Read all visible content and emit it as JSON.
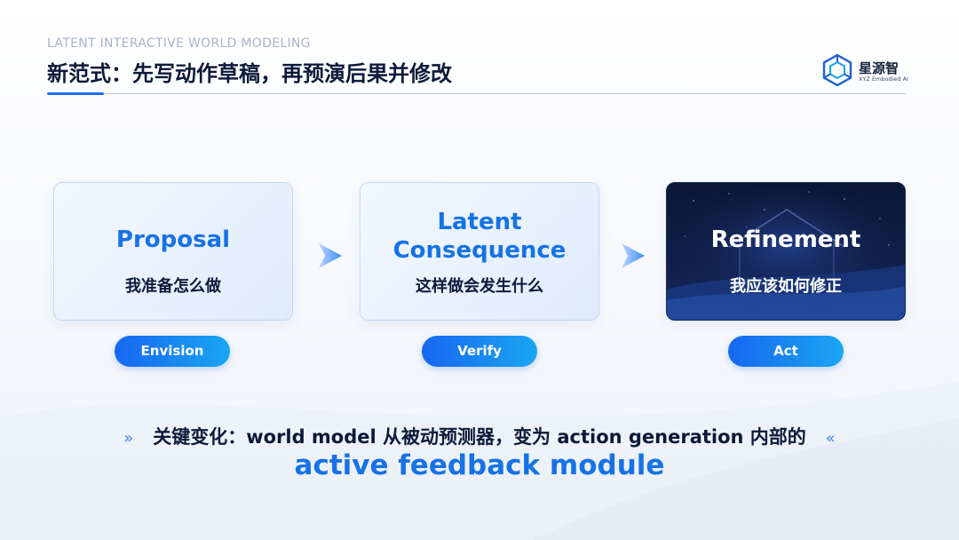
{
  "header": {
    "subtitle": "LATENT INTERACTIVE WORLD MODELING",
    "title": "新范式：先写动作草稿，再预演后果并修改"
  },
  "logo": {
    "name": "星源智",
    "sub": "XYZ Embodied AI"
  },
  "steps": [
    {
      "title": "Proposal",
      "subtitle": "我准备怎么做",
      "tag": "Envision"
    },
    {
      "title_line1": "Latent",
      "title_line2": "Consequence",
      "subtitle": "这样做会发生什么",
      "tag": "Verify"
    },
    {
      "title": "Refinement",
      "subtitle": "我应该如何修正",
      "tag": "Act"
    }
  ],
  "key_change": {
    "left_marker": "»",
    "text": "关键变化：world model 从被动预测器，变为 action generation 内部的",
    "right_marker": "«",
    "highlight": "active feedback module"
  },
  "colors": {
    "accent": "#1672e6",
    "pill_start": "#1767f0",
    "pill_end": "#1aa6f3",
    "dark_card": "#0b1634"
  }
}
